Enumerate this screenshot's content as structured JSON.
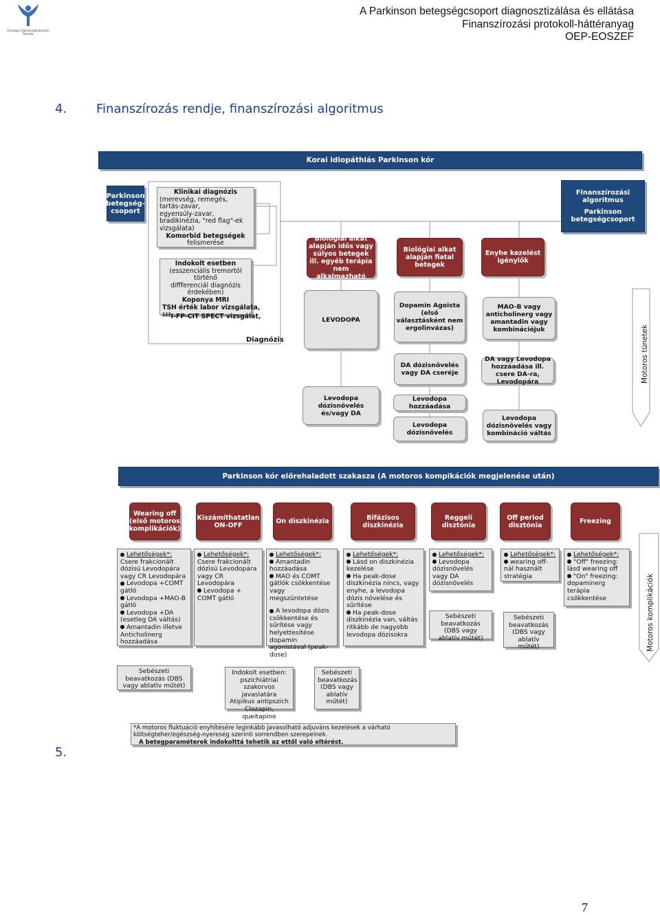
{
  "header": {
    "org_name": "Országos Egészségbiztosítási Pénztár",
    "line1": "A Parkinson betegségcsoport diagnosztizálása és ellátása",
    "line2": "Finanszírozási protokoll-háttéranyag",
    "line3": "OEP-EOSZEF"
  },
  "section": {
    "number": "4.",
    "title": "Finanszírozás rendje, finanszírozási algoritmus"
  },
  "early": {
    "banner": "Korai idiopáthiás Parkinson kór",
    "group_label": "Parkinson betegség-csoport",
    "clinical": {
      "title": "Klinikai diagnózis",
      "lines": [
        "(merevség, remegés,",
        "tartás-zavar,",
        "egyensúly-zavar,",
        "bradikinézia, \"red flag\"-ek",
        "vizsgálata)"
      ],
      "comorbid": "Komorbid betegségek",
      "comorbid_sub": "felismerése",
      "indicated": "Indokolt esetben",
      "indicated_lines": [
        "(esszenciális tremortól történő",
        "diffferenciál diagnózis",
        "érdekében)"
      ],
      "mri": "Koponya MRI",
      "tsh": "TSH érték labor vizsgálata,",
      "spect_sup": "123",
      "spect": "I-FP-CIT SPECT vizsgálat,",
      "diag_label": "Diagnózis"
    },
    "fin_box": {
      "title": "Finanszírozási algoritmus",
      "sub": "Parkinson betegségcsoport"
    },
    "red": [
      "Biológiai alkat alapján idős vagy súlyos betegek ill. egyéb terápia nem alkalmazható",
      "Biológiai alkat alapján fiatal betegek",
      "Enyhe kezelést igénylők"
    ],
    "levodopa": "LEVODOPA",
    "dopamin": "Dopamin Agoista (első választásként nem ergolinvázas)",
    "maob": "MAO-B vagy anticholinerg vagy amantadin vagy kombinációjuk",
    "da_incr": "DA dózisnövelés vagy DA cseréje",
    "da_or_levo": "DA vagy Levodopa hozzáadása ill. csere DA-ra, Levodopára",
    "levo_incr_da": "Levodopa dózisnövelés és/vagy DA",
    "levo_add": "Levodopa hozzáadása",
    "levo_incr": "Levodopa dózisnövelés",
    "levo_incr_comb": "Levodopa dózisnövelés vagy kombináció váltás",
    "motor_label": "Motoros tünetek"
  },
  "advanced": {
    "banner": "Parkinson kór előrehaladott szakasza (A motoros kompikációk megjelenése után)",
    "headers": [
      "Wearing off (első motoros komplikációk)",
      "Kiszámíthatatlan ON-OFF",
      "On diszkinézia",
      "Bifázisos diszkinézia",
      "Reggeli disztónia",
      "Off period disztónia",
      "Freezing"
    ],
    "poss_label": "Lehetőségek*:",
    "col1": [
      "Csere frakcionált dózisú Levodopára vagy CR Levodopára",
      "Levodopa +COMT gátló",
      "Levodopa +MAO-B gátló",
      "Levodopa +DA (esetleg DA váltás)",
      "Amantadin illetve Anticholinerg hozzáadása"
    ],
    "col2": [
      "Csere frakcionált dózisú Levodopára vagy CR Levodopára",
      "Levodopa + COMT gátló"
    ],
    "col3": [
      "Amantadin hozzáadása",
      "MAO és COMT gátlók csökkentése vagy megszüntetése",
      "A levodopa dózis csökkentése és sűrítése vagy helyettesítése dopamin agonistával (peak-dose)"
    ],
    "col4": [
      "Lásd on diszkinézia kezelése",
      "Ha peak-dose diszkinézia nincs, vagy enyhe, a levodopa dózis növelése és sűrítése",
      "Ha peak-dose diszkinézia van, váltás ritkább de nagyobb levodopa dózisokra"
    ],
    "col5": [
      "Levodopa dózisnövelés vagy DA dózisnövelés"
    ],
    "col5_surg": "Sebészeti beavatkozás (DBS vagy ablatív műtét)",
    "col6": [
      "wearing off-nál használt stratégia"
    ],
    "col6_surg": "Sebészeti beavatkozás (DBS vagy ablatív műtét)",
    "col7": [
      "\"Off\" freezing: lásd wearing off",
      "\"On\" freezing: dopaminerg terápia csökkentése"
    ],
    "surg1": "Sebészeti beavatkozás (DBS vagy ablatív műtét)",
    "psych": "Indokolt esetben: pszichiátriai szakorvos javaslatára Atipikus antipszich Clozapin, queitapine",
    "surg2": "Sebészeti beavatkozás (DBS vagy ablatív műtét)",
    "motor_label": "Motoros komplikációk"
  },
  "footnote": {
    "line1": "*A motoros fluktuáció enyhítésére leginkább javasolható adjuváns kezelések a várható",
    "line2": "költségteher/egészség-nyereség szerinti sorrendben szerepelnek.",
    "line3": "A betegparaméterek indokolttá tehetik az ettől való eltérést."
  },
  "section5": "5.",
  "page_number": "7"
}
